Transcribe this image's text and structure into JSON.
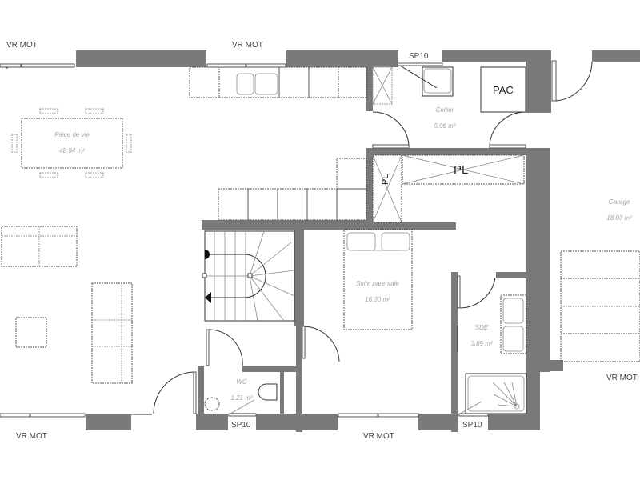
{
  "openings": {
    "vr_mot_top_left": "VR MOT",
    "vr_mot_top_mid": "VR MOT",
    "sp10_top": "SP10",
    "vr_mot_bottom_left": "VR MOT",
    "sp10_wc": "SP10",
    "vr_mot_bottom_mid": "VR MOT",
    "sp10_sde": "SP10",
    "vr_mot_garage": "VR MOT"
  },
  "rooms": {
    "piece_de_vie": {
      "name": "Pièce de vie",
      "area": "48.94 m²"
    },
    "cellier": {
      "name": "Cellier",
      "area": "5.06 m²"
    },
    "garage": {
      "name": "Garage",
      "area": "18.03 m²"
    },
    "suite_parentale": {
      "name": "Suite parentale",
      "area": "16.30 m²"
    },
    "sde": {
      "name": "SDE",
      "area": "3.85 m²"
    },
    "wc": {
      "name": "WC",
      "area": "1.21 m²"
    }
  },
  "equipment": {
    "pac": "PAC",
    "placard_large": "PL",
    "placard_small": "PL"
  },
  "colors": {
    "wall": "#7a7a7a",
    "room_label": "#a5a5a5",
    "text": "#444444"
  }
}
